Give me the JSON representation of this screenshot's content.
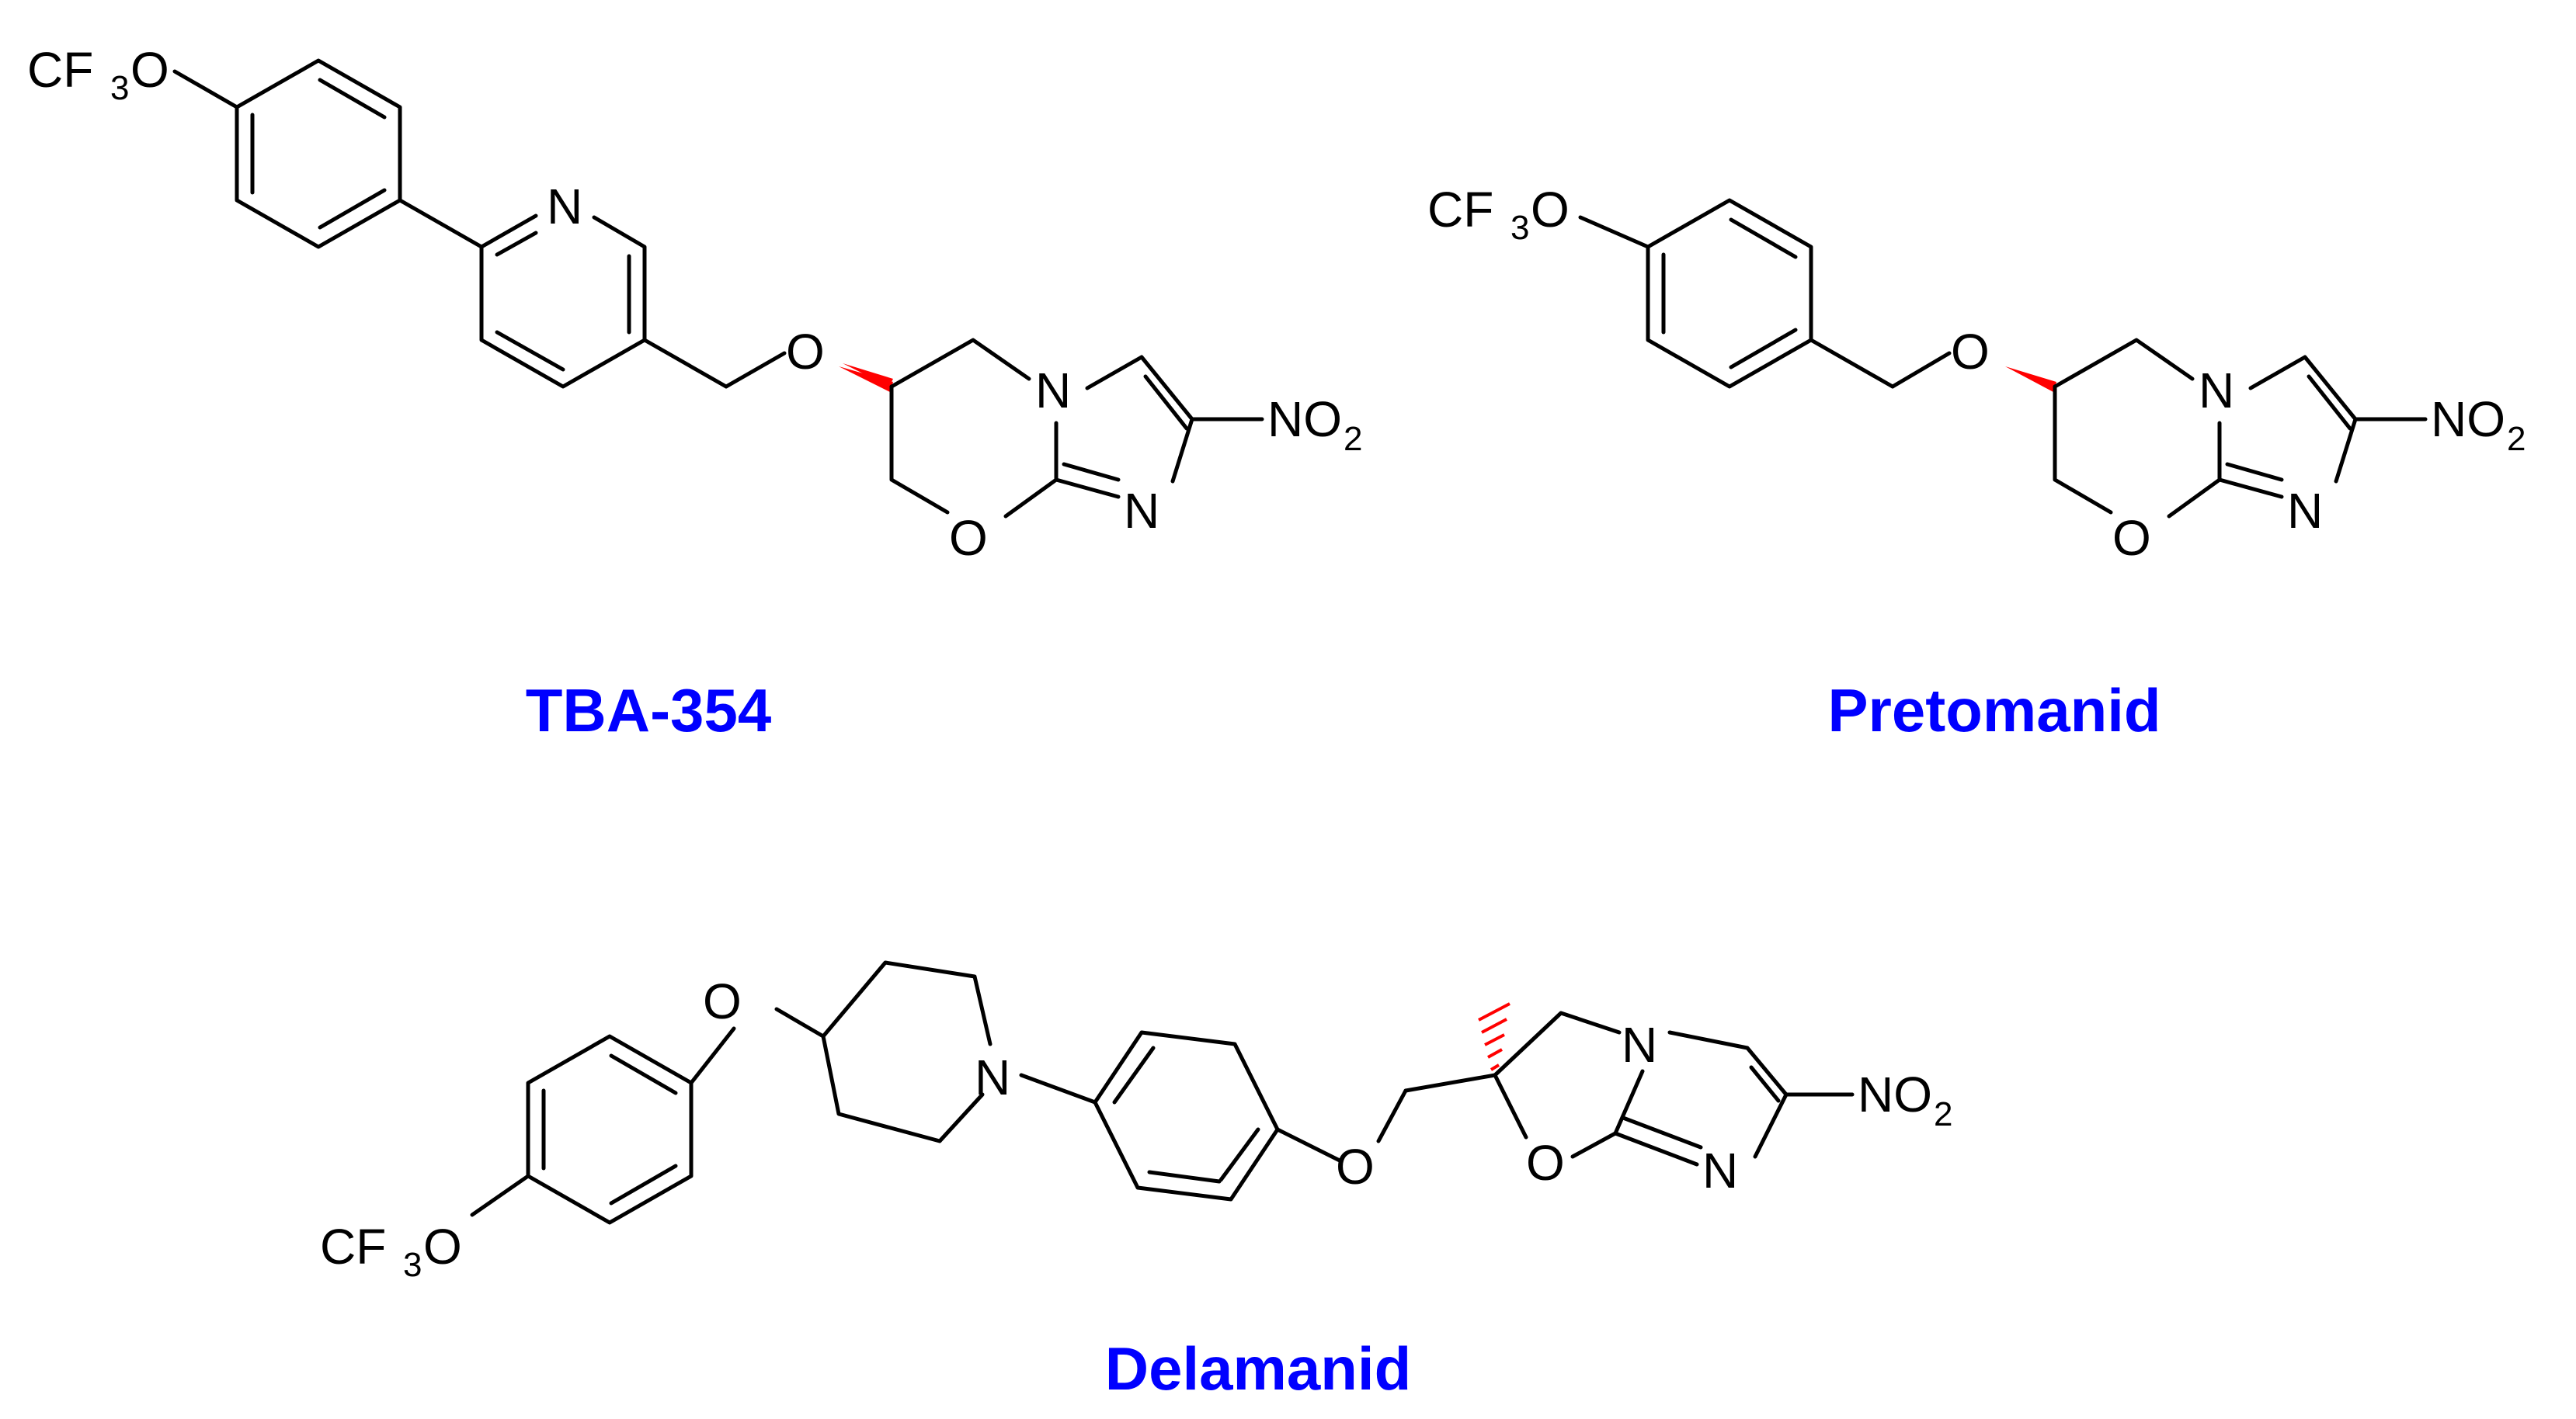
{
  "colors": {
    "caption": "#0000FF",
    "stereo": "#FF0000",
    "bond": "#000000"
  },
  "molecules": [
    {
      "name": "TBA-354",
      "labels": {
        "cf3o": [
          "CF",
          "3",
          "O"
        ],
        "n_pyridine": "N",
        "o_ether": "O",
        "n_ring": "N",
        "o_ring": "O",
        "n_imidazole": "N",
        "no2": [
          "NO",
          "2"
        ]
      }
    },
    {
      "name": "Pretomanid",
      "labels": {
        "cf3o": [
          "CF",
          "3",
          "O"
        ],
        "o_ether": "O",
        "n_ring": "N",
        "o_ring": "O",
        "n_imidazole": "N",
        "no2": [
          "NO",
          "2"
        ]
      }
    },
    {
      "name": "Delamanid",
      "labels": {
        "o_aryl_ether": "O",
        "cf3o": [
          "CF",
          "3",
          "O"
        ],
        "n_piperidine": "N",
        "o_ether": "O",
        "o_ring": "O",
        "n_ring": "N",
        "n_imidazole": "N",
        "no2": [
          "NO",
          "2"
        ]
      }
    }
  ]
}
